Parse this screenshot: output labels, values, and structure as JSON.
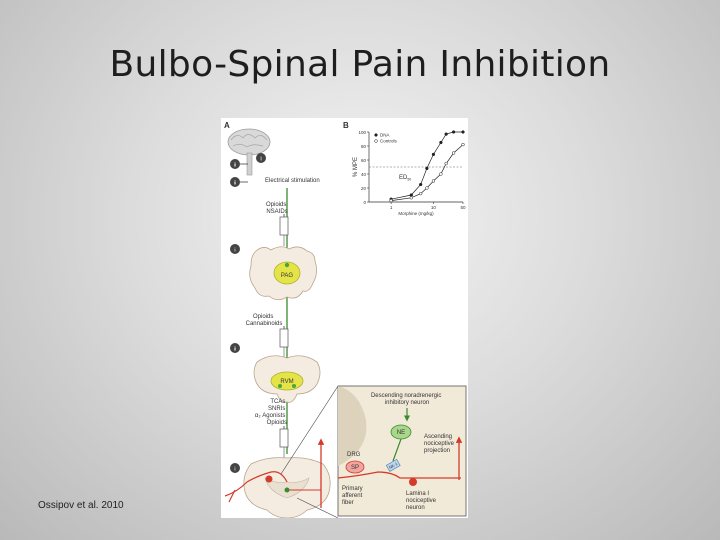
{
  "slide": {
    "title": "Bulbo-Spinal Pain Inhibition",
    "citation": "Ossipov et al. 2010"
  },
  "figure": {
    "panel_a": {
      "label": "A",
      "markers": [
        "i",
        "ii",
        "i",
        "ii",
        "i"
      ],
      "stimulation": "Electrical stimulation",
      "drugs_pag": [
        "Opioids",
        "NSAIDs"
      ],
      "pag": "PAG",
      "drugs_rvm": [
        "Opioids",
        "Cannabinoids"
      ],
      "rvm": "RVM",
      "drugs_spinal": [
        "TCAs",
        "SNRIs",
        "α₂ Agonists",
        "Opioids"
      ]
    },
    "inset": {
      "descending_neuron": [
        "Descending noradrenergic",
        "inhibitory neuron"
      ],
      "ne": "NE",
      "ascending": [
        "Ascending",
        "nociceptive",
        "projection"
      ],
      "drg": "DRG",
      "sp": "SP",
      "receptor": "NK-1",
      "primary_afferent": [
        "Primary",
        "afferent",
        "fiber"
      ],
      "lamina_neuron": [
        "Lamina I",
        "nociceptive",
        "neuron"
      ]
    },
    "panel_b": {
      "label": "B",
      "ed_label": "ED",
      "ed_sub": "50"
    }
  },
  "chart_data": {
    "type": "line",
    "title": "",
    "xlabel": "Morphine (mg/kg)",
    "ylabel": "% MPE",
    "x_scale": "log",
    "xlim": [
      0.3,
      50
    ],
    "ylim": [
      0,
      100
    ],
    "x_ticks": [
      "1",
      "10",
      "50"
    ],
    "y_ticks": [
      "0",
      "20",
      "40",
      "60",
      "80",
      "100"
    ],
    "series": [
      {
        "name": "DNA",
        "x": [
          1,
          3,
          5,
          7,
          10,
          15,
          20,
          30,
          50
        ],
        "y": [
          4,
          10,
          25,
          48,
          68,
          85,
          97,
          100,
          100
        ]
      },
      {
        "name": "Controls",
        "x": [
          1,
          3,
          5,
          7,
          10,
          15,
          20,
          30,
          50
        ],
        "y": [
          2,
          6,
          12,
          20,
          30,
          40,
          55,
          70,
          82
        ]
      }
    ]
  }
}
